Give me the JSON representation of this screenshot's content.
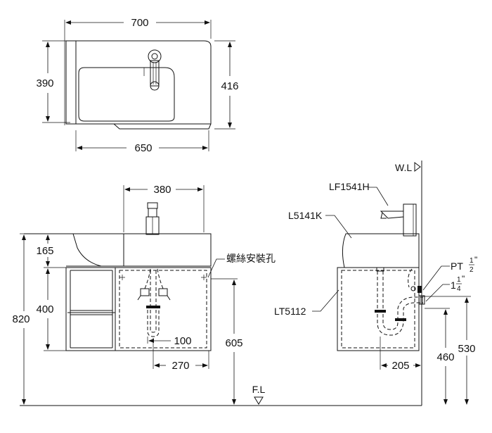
{
  "top_view": {
    "width_overall": "700",
    "depth_left": "390",
    "depth_right": "416",
    "cabinet_width": "650"
  },
  "front_view": {
    "faucet_center": "380",
    "basin_height": "165",
    "cabinet_height": "400",
    "total_height": "820",
    "cabinet_mount_height": "605",
    "trap_offset": "100",
    "drain_offset": "270",
    "mounting_hole_label": "螺絲安裝孔"
  },
  "side_view": {
    "water_level_label": "W.L",
    "faucet_model": "LF1541H",
    "basin_model": "L5141K",
    "cabinet_model": "LT5112",
    "supply_label": "PT",
    "supply_size": {
      "num": "1",
      "den": "2",
      "unit": "\""
    },
    "drain_size": {
      "whole": "1",
      "num": "1",
      "den": "4",
      "unit": "\""
    },
    "drain_height": "460",
    "supply_height": "530",
    "wall_offset": "205",
    "floor_label": "F.L"
  }
}
